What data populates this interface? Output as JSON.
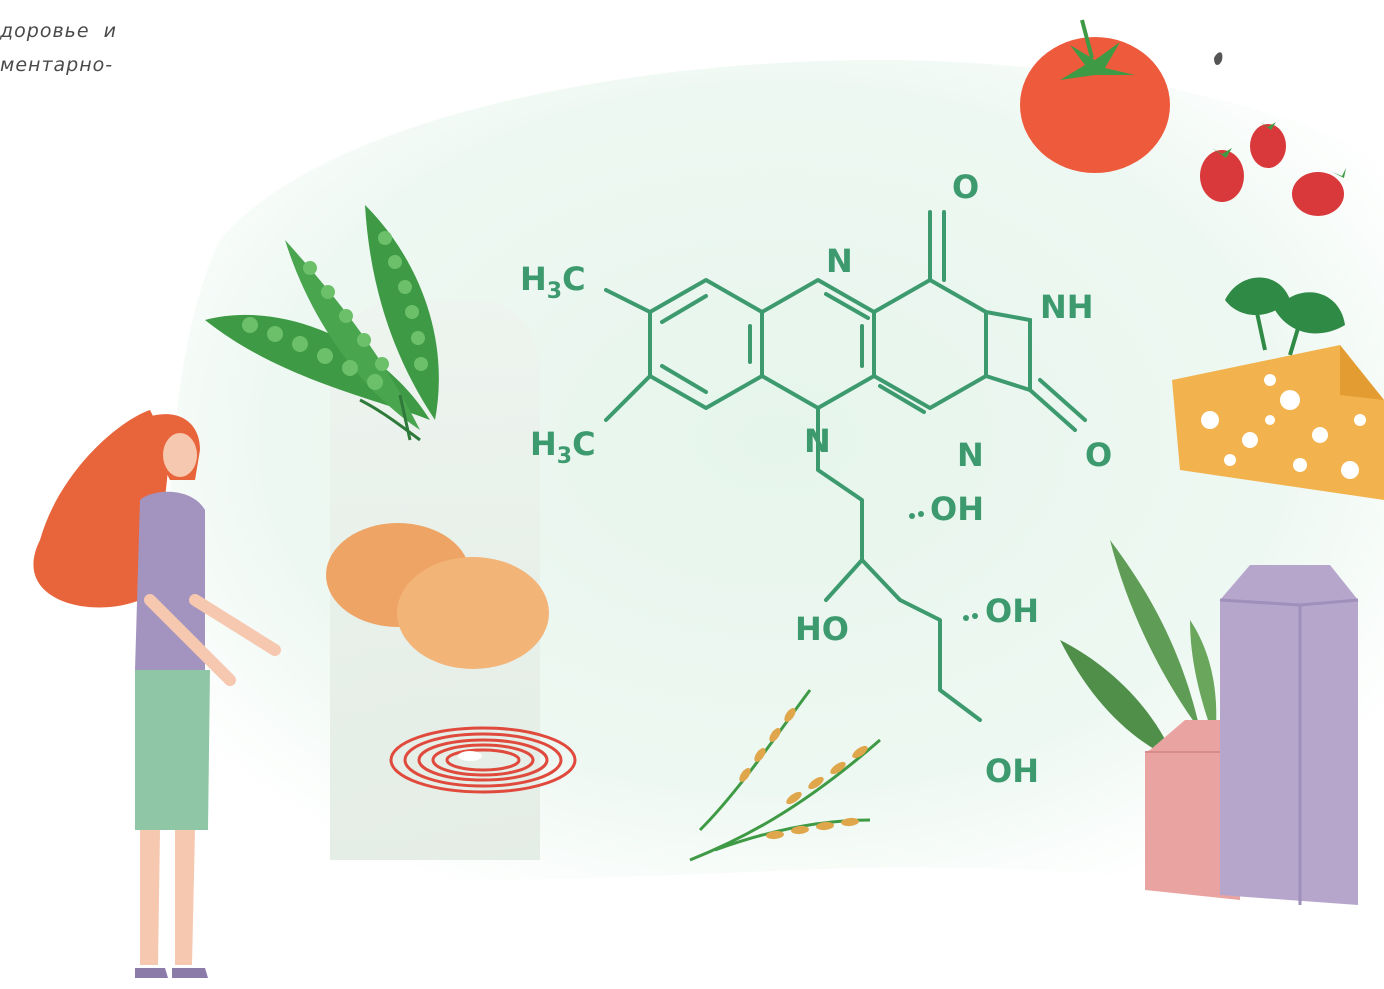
{
  "caption": {
    "line1": "доровье  и",
    "line2": "ментарно-"
  },
  "molecule": {
    "labels": {
      "methyl_top": "H3C",
      "methyl_bottom": "H3C",
      "n_top": "N",
      "n_bottom_left": "N",
      "n_bottom_right": "N",
      "nh": "NH",
      "o_top": "O",
      "o_right": "O",
      "oh_1": "OH",
      "ho": "HO",
      "oh_2": "OH",
      "oh_3": "OH"
    }
  },
  "colors": {
    "structure": "#3d9a6e",
    "wash": "#e9f6ee",
    "tomato": "#ee5a3c",
    "cheese": "#f2b34e",
    "pea": "#3f9a45",
    "carton_purple": "#b6a6cc",
    "carton_pink": "#e9a3a0",
    "hair": "#e8643a",
    "sausage": "#e04a3c",
    "egg": "#eea465",
    "wheat": "#e0a64c"
  }
}
